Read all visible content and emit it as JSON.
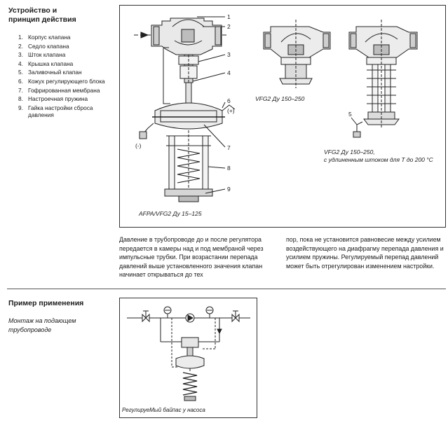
{
  "section1": {
    "title": "Устройство и\nпринцип действия",
    "parts": [
      {
        "num": "1.",
        "text": "Корпус клапана"
      },
      {
        "num": "2.",
        "text": "Седло клапана"
      },
      {
        "num": "3.",
        "text": "Шток клапана"
      },
      {
        "num": "4.",
        "text": "Крышка клапана"
      },
      {
        "num": "5.",
        "text": "Заливочный клапан"
      },
      {
        "num": "6.",
        "text": "Кожух регулирующего блока"
      },
      {
        "num": "7.",
        "text": "Гофрированная мембрана"
      },
      {
        "num": "8.",
        "text": "Настроечная пружина"
      },
      {
        "num": "9.",
        "text": "Гайка настройки сброса давления"
      }
    ]
  },
  "figure1": {
    "callouts": [
      "1",
      "2",
      "3",
      "4",
      "6",
      "7",
      "8",
      "9",
      "5"
    ],
    "plus_label": "(+)",
    "minus_label": "(-)",
    "caption_afpa": "AFPA/VFG2 Ду 15–125",
    "caption_vfg_small": "VFG2 Ду 150–250",
    "caption_vfg_long": "VFG2 Ду 150–250,\nс удлиненным штоком для T до 200 °C"
  },
  "description": {
    "col1": "Давление в трубопроводе до и после регулятора передается в камеры над и под мембраной через импульсные трубки. При возрастании перепада давлений выше установленного значения клапан начинает открываться до тех",
    "col2": "пор, пока не установится равновесие между усилием воздействующего на диафрагму перепада давления и усилием пружины. Регулируемый перепад давлений может быть отрегулирован изменением настройки."
  },
  "section2": {
    "title": "Пример применения",
    "subtitle": "Монтаж на подающем\nтрубопроводе",
    "caption": "РегулируеМый байпас у насоса"
  }
}
